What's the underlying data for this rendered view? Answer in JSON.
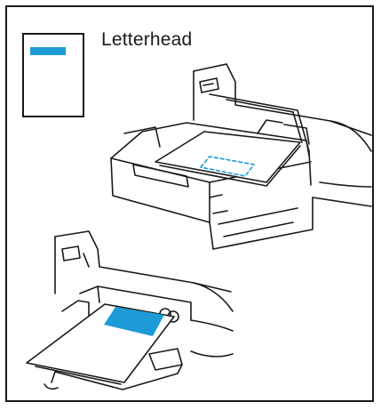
{
  "legend": {
    "label": "Letterhead",
    "accent_color": "#1e9bd7",
    "icon": "letterhead-sheet-icon"
  },
  "illustrations": [
    {
      "name": "paper-tray-loading",
      "icon": "paper-tray-icon"
    },
    {
      "name": "multipurpose-feeder-loading",
      "icon": "manual-feeder-icon"
    }
  ]
}
